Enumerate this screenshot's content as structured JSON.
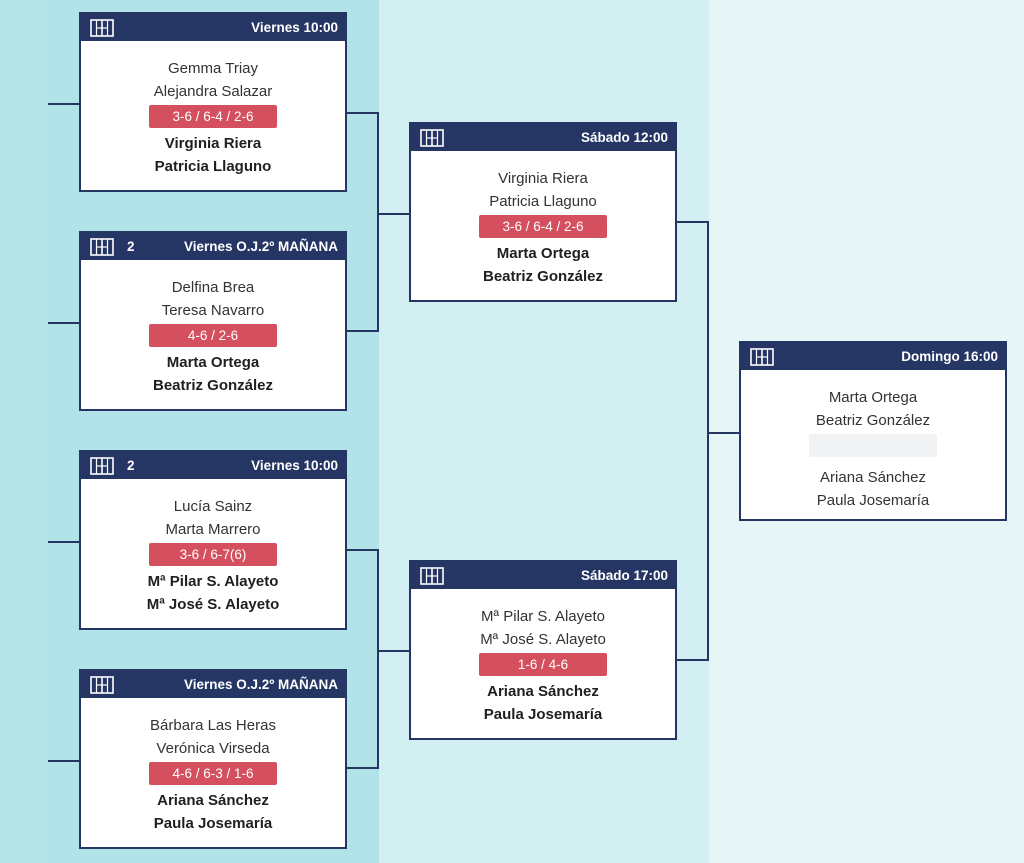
{
  "colors": {
    "header": "#253664",
    "score": "#d4505f",
    "pending": "#f0f2f4"
  },
  "matches": [
    {
      "court_icon": "court-icon",
      "court": "",
      "when": "Viernes 10:00",
      "team1": [
        "Gemma Triay",
        "Alejandra Salazar"
      ],
      "score": "3-6 / 6-4 / 2-6",
      "team2": [
        "Virginia Riera",
        "Patricia Llaguno"
      ],
      "winner": 2
    },
    {
      "court_icon": "court-icon",
      "court": "2",
      "when": "Viernes O.J.2º MAÑANA",
      "team1": [
        "Delfina Brea",
        "Teresa Navarro"
      ],
      "score": "4-6 / 2-6",
      "team2": [
        "Marta Ortega",
        "Beatriz González"
      ],
      "winner": 2
    },
    {
      "court_icon": "court-icon",
      "court": "2",
      "when": "Viernes 10:00",
      "team1": [
        "Lucía Sainz",
        "Marta Marrero"
      ],
      "score": "3-6 / 6-7(6)",
      "team2": [
        "Mª Pilar S. Alayeto",
        "Mª José S. Alayeto"
      ],
      "winner": 2
    },
    {
      "court_icon": "court-icon",
      "court": "",
      "when": "Viernes O.J.2º MAÑANA",
      "team1": [
        "Bárbara Las Heras",
        "Verónica Virseda"
      ],
      "score": "4-6 / 6-3 / 1-6",
      "team2": [
        "Ariana Sánchez",
        "Paula Josemaría"
      ],
      "winner": 2
    },
    {
      "court_icon": "court-icon",
      "court": "",
      "when": "Sábado 12:00",
      "team1": [
        "Virginia Riera",
        "Patricia Llaguno"
      ],
      "score": "3-6 / 6-4 / 2-6",
      "team2": [
        "Marta Ortega",
        "Beatriz González"
      ],
      "winner": 2
    },
    {
      "court_icon": "court-icon",
      "court": "",
      "when": "Sábado 17:00",
      "team1": [
        "Mª Pilar S. Alayeto",
        "Mª José S. Alayeto"
      ],
      "score": "1-6 / 4-6",
      "team2": [
        "Ariana Sánchez",
        "Paula Josemaría"
      ],
      "winner": 2
    },
    {
      "court_icon": "court-icon",
      "court": "",
      "when": "Domingo 16:00",
      "team1": [
        "Marta Ortega",
        "Beatriz González"
      ],
      "score": "",
      "team2": [
        "Ariana Sánchez",
        "Paula Josemaría"
      ],
      "winner": 0
    }
  ]
}
